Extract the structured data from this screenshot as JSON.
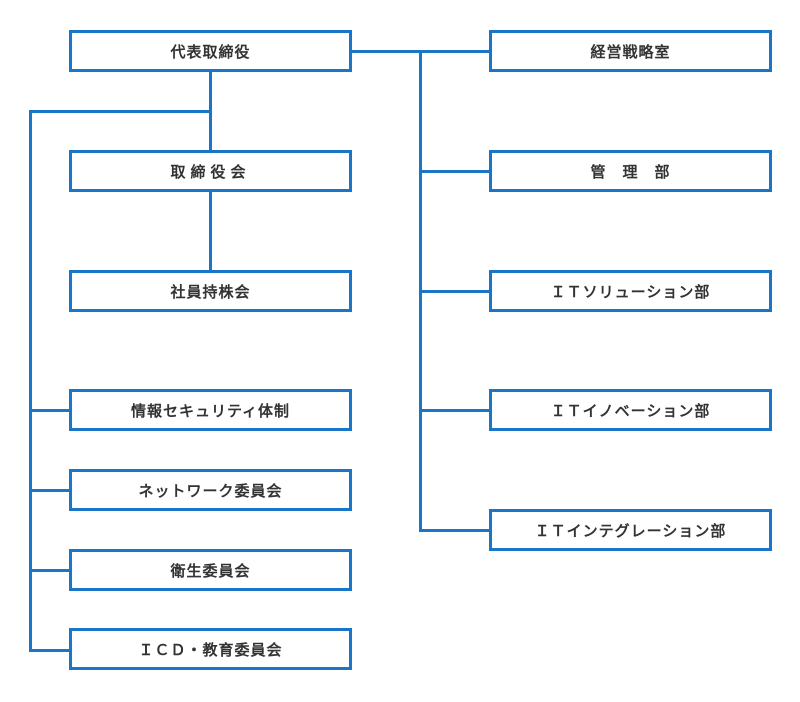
{
  "diagram": {
    "ceo": "代表取締役",
    "board": "取締役会",
    "shareholders": "社員持株会",
    "infosec": "情報セキュリティ体制",
    "network_committee": "ネットワーク委員会",
    "hygiene_committee": "衛生委員会",
    "icd_committee": "ＩＣＤ・教育委員会",
    "strategy_office": "経営戦略室",
    "management_dept": "管　理　部",
    "it_solution_dept": "ＩＴソリューション部",
    "it_innovation_dept": "ＩＴイノベーション部",
    "it_integration_dept": "ＩＴインテグレーション部"
  },
  "colors": {
    "line": "#1a75c7",
    "text": "#333333",
    "background": "#ffffff"
  }
}
